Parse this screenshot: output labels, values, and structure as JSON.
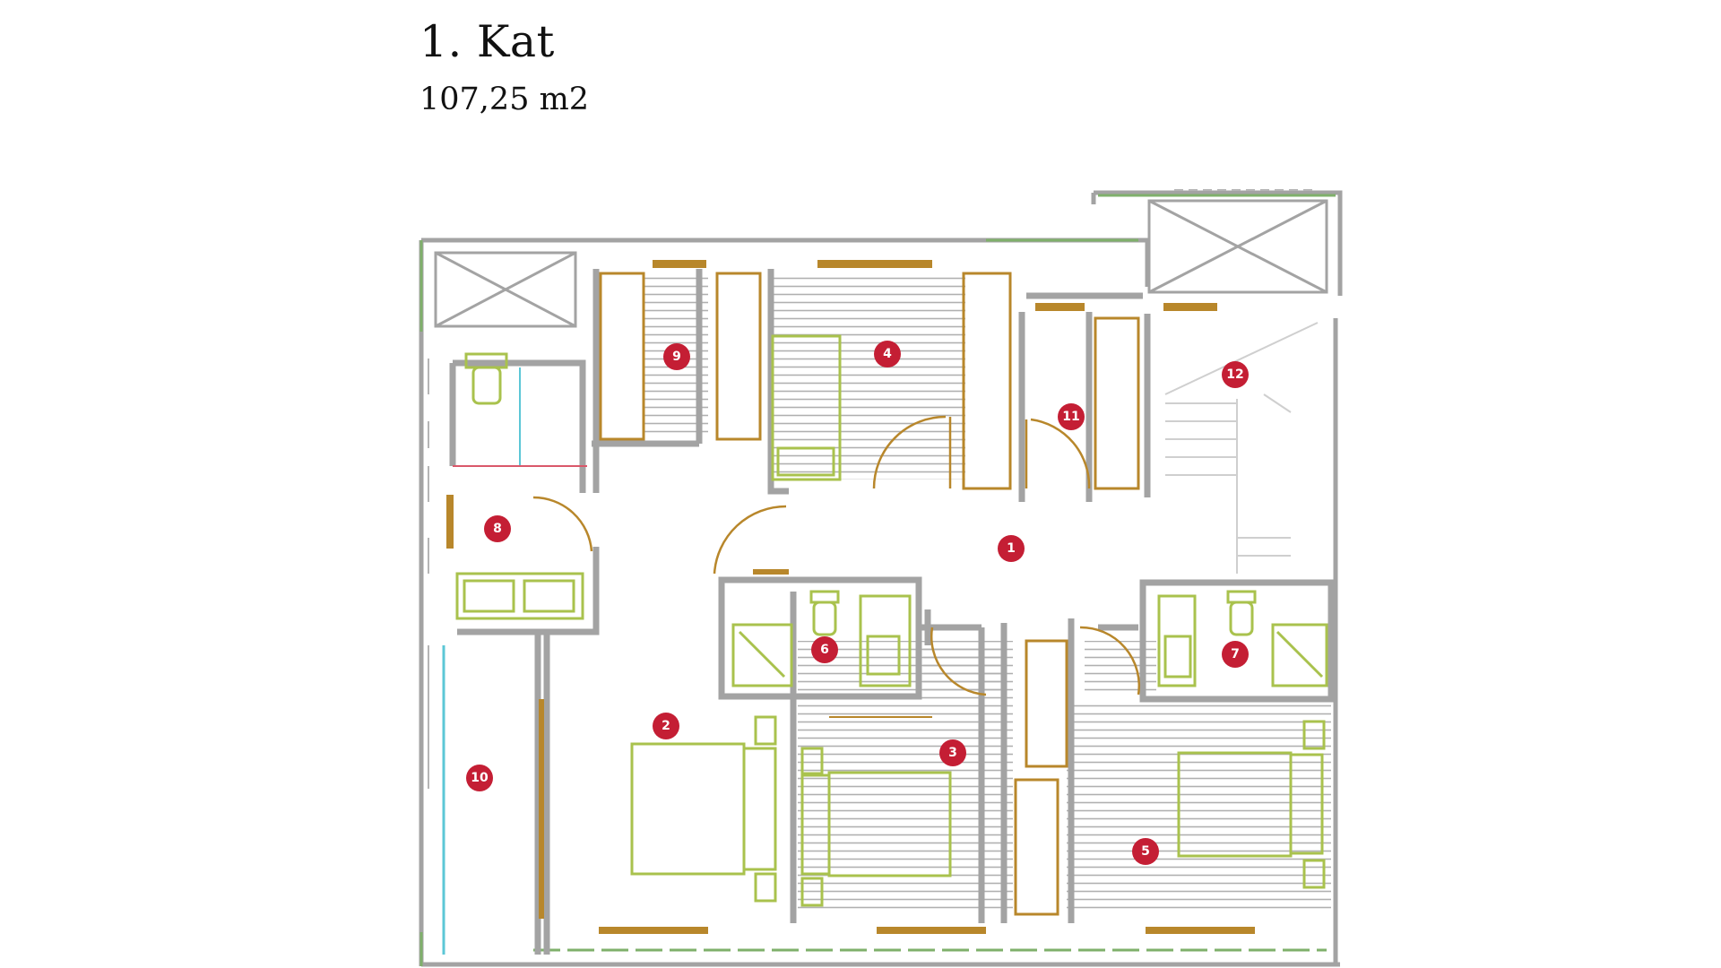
{
  "heading": {
    "title": "1. Kat",
    "area": "107,25 m2"
  },
  "colors": {
    "wall": "#a3a3a3",
    "wood": "#b8872b",
    "furniture": "#a9c24d",
    "marker": "#c41e34",
    "glass": "#5cc7d6",
    "green": "#7fb06b"
  },
  "rooms": [
    {
      "number": "1"
    },
    {
      "number": "2"
    },
    {
      "number": "3"
    },
    {
      "number": "4"
    },
    {
      "number": "5"
    },
    {
      "number": "6"
    },
    {
      "number": "7"
    },
    {
      "number": "8"
    },
    {
      "number": "9"
    },
    {
      "number": "10"
    },
    {
      "number": "11"
    },
    {
      "number": "12"
    }
  ]
}
